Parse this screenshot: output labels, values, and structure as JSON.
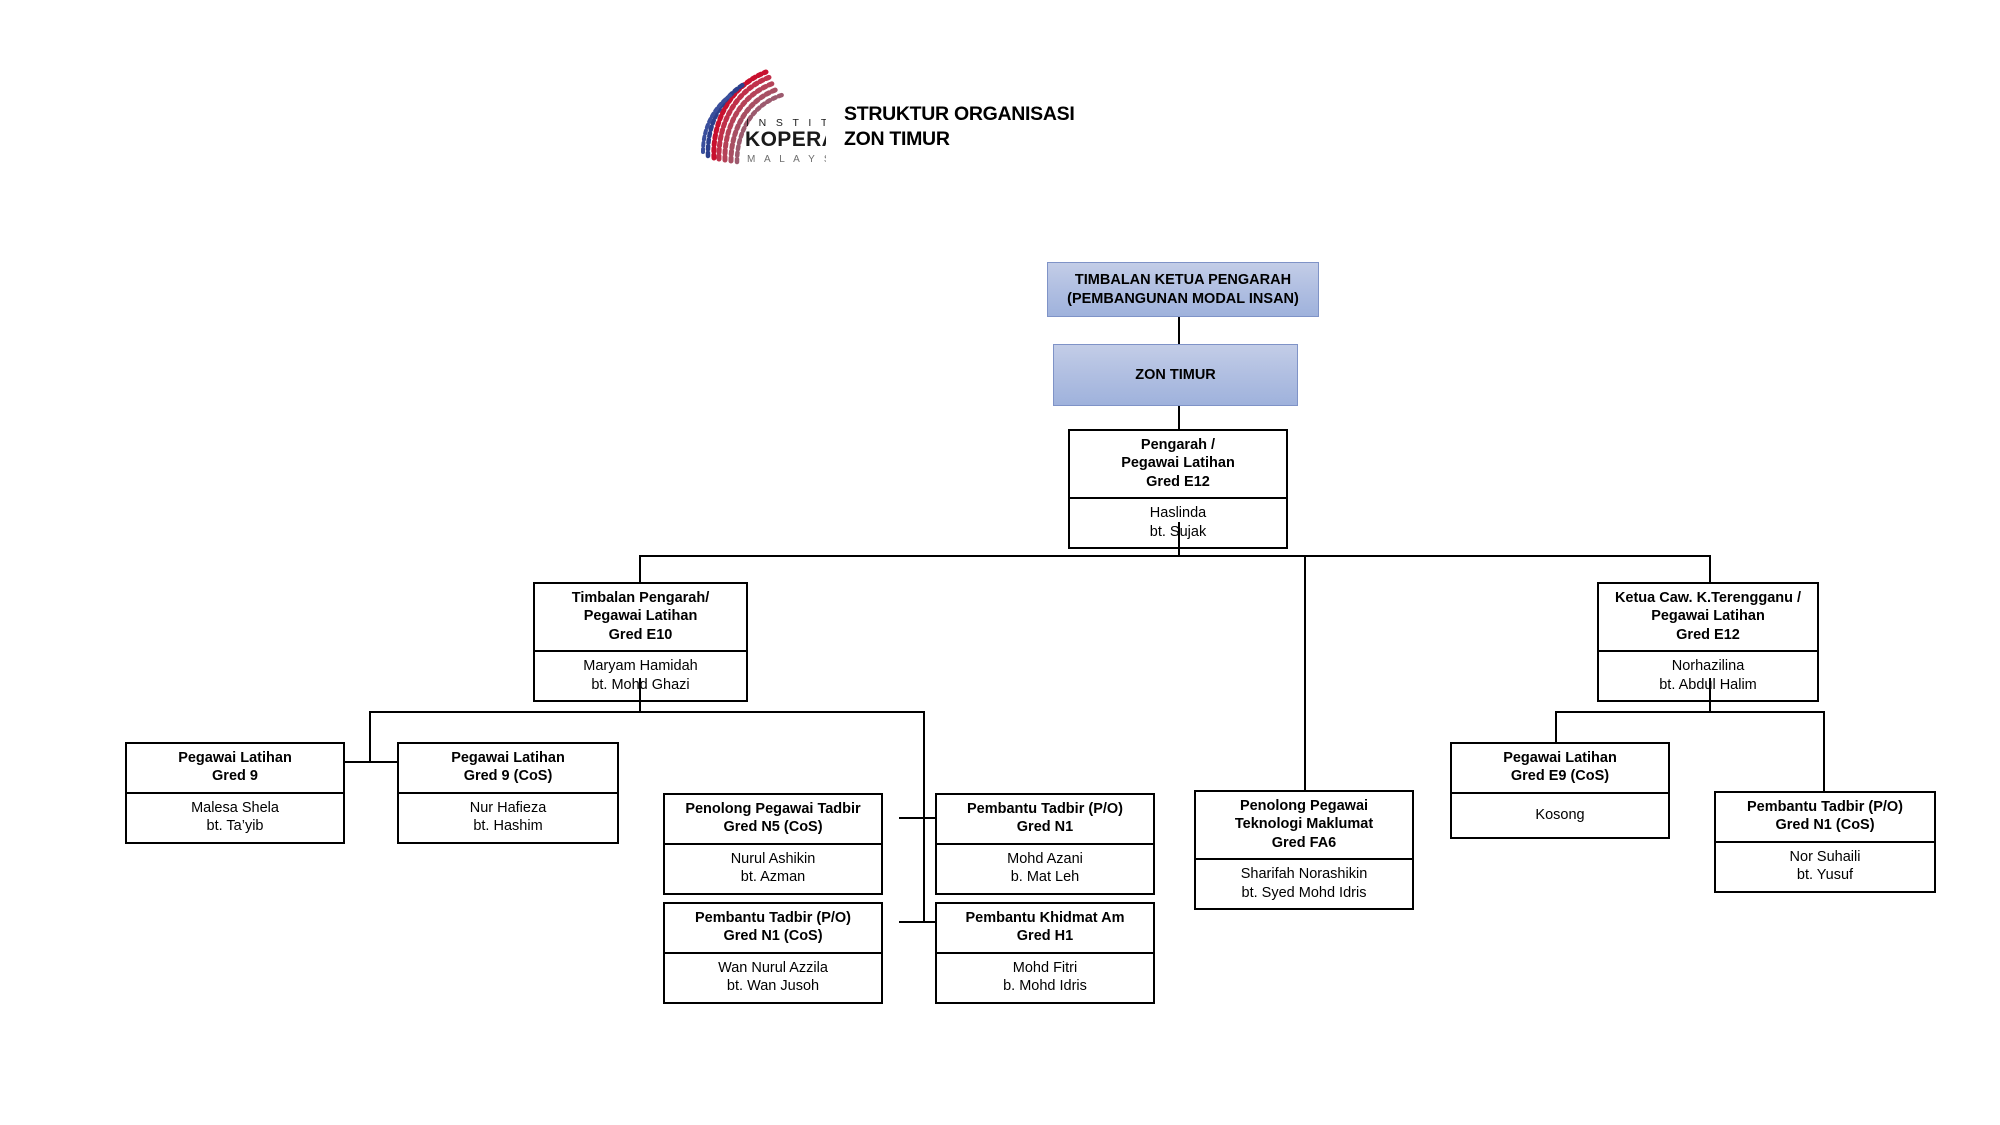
{
  "header": {
    "logo_name": "institut-koperasi-malaysia-logo",
    "logo_text_line1": "I N S T I T U T",
    "logo_text_line2": "KOPERASI",
    "logo_text_line3": "M A L A Y S I A",
    "title": "STRUKTUR ORGANISASI\nZON TIMUR"
  },
  "colors": {
    "box_fill_blue_top": "#c3cde7",
    "box_fill_blue_bottom": "#9fb2dc",
    "box_border_blue": "#7f93c7",
    "box_border_black": "#000000",
    "logo_red": "#c8102e",
    "logo_blue": "#2b3f8c",
    "background": "#ffffff"
  },
  "chart": {
    "type": "org-chart",
    "top_banner": "TIMBALAN KETUA PENGARAH\n(PEMBANGUNAN MODAL INSAN)",
    "zone_banner": "ZON TIMUR",
    "nodes": {
      "pengarah": {
        "title": "Pengarah /\nPegawai Latihan\nGred E12",
        "name": "Haslinda\nbt. Sujak"
      },
      "timbalan_pengarah": {
        "title": "Timbalan Pengarah/\nPegawai Latihan\nGred E10",
        "name": "Maryam Hamidah\nbt. Mohd Ghazi"
      },
      "ketua_cawangan": {
        "title": "Ketua Caw. K.Terengganu /\nPegawai Latihan\nGred E12",
        "name": "Norhazilina\nbt. Abdul Halim"
      },
      "pegawai_latihan_gred9": {
        "title": "Pegawai Latihan\nGred 9",
        "name": "Malesa Shela\nbt. Ta’yib"
      },
      "pegawai_latihan_gred9_cos": {
        "title": "Pegawai Latihan\nGred 9 (CoS)",
        "name": "Nur Hafieza\nbt. Hashim"
      },
      "penolong_pegawai_tadbir_n5": {
        "title": "Penolong Pegawai Tadbir\nGred N5 (CoS)",
        "name": "Nurul Ashikin\nbt. Azman"
      },
      "pembantu_tadbir_n1": {
        "title": "Pembantu Tadbir (P/O)\nGred N1",
        "name": "Mohd Azani\nb. Mat Leh"
      },
      "pembantu_tadbir_n1_cos_left": {
        "title": "Pembantu Tadbir (P/O)\nGred N1 (CoS)",
        "name": "Wan Nurul Azzila\nbt. Wan Jusoh"
      },
      "pembantu_khidmat_am": {
        "title": "Pembantu Khidmat Am\nGred H1",
        "name": "Mohd Fitri\nb. Mohd Idris"
      },
      "penolong_pegawai_it": {
        "title": "Penolong Pegawai\nTeknologi Maklumat\nGred FA6",
        "name": "Sharifah Norashikin\nbt. Syed Mohd Idris"
      },
      "pegawai_latihan_e9_cos": {
        "title": "Pegawai Latihan\nGred E9 (CoS)",
        "name": "Kosong"
      },
      "pembantu_tadbir_n1_cos_right": {
        "title": "Pembantu Tadbir (P/O)\nGred N1 (CoS)",
        "name": "Nor Suhaili\nbt. Yusuf"
      }
    }
  }
}
